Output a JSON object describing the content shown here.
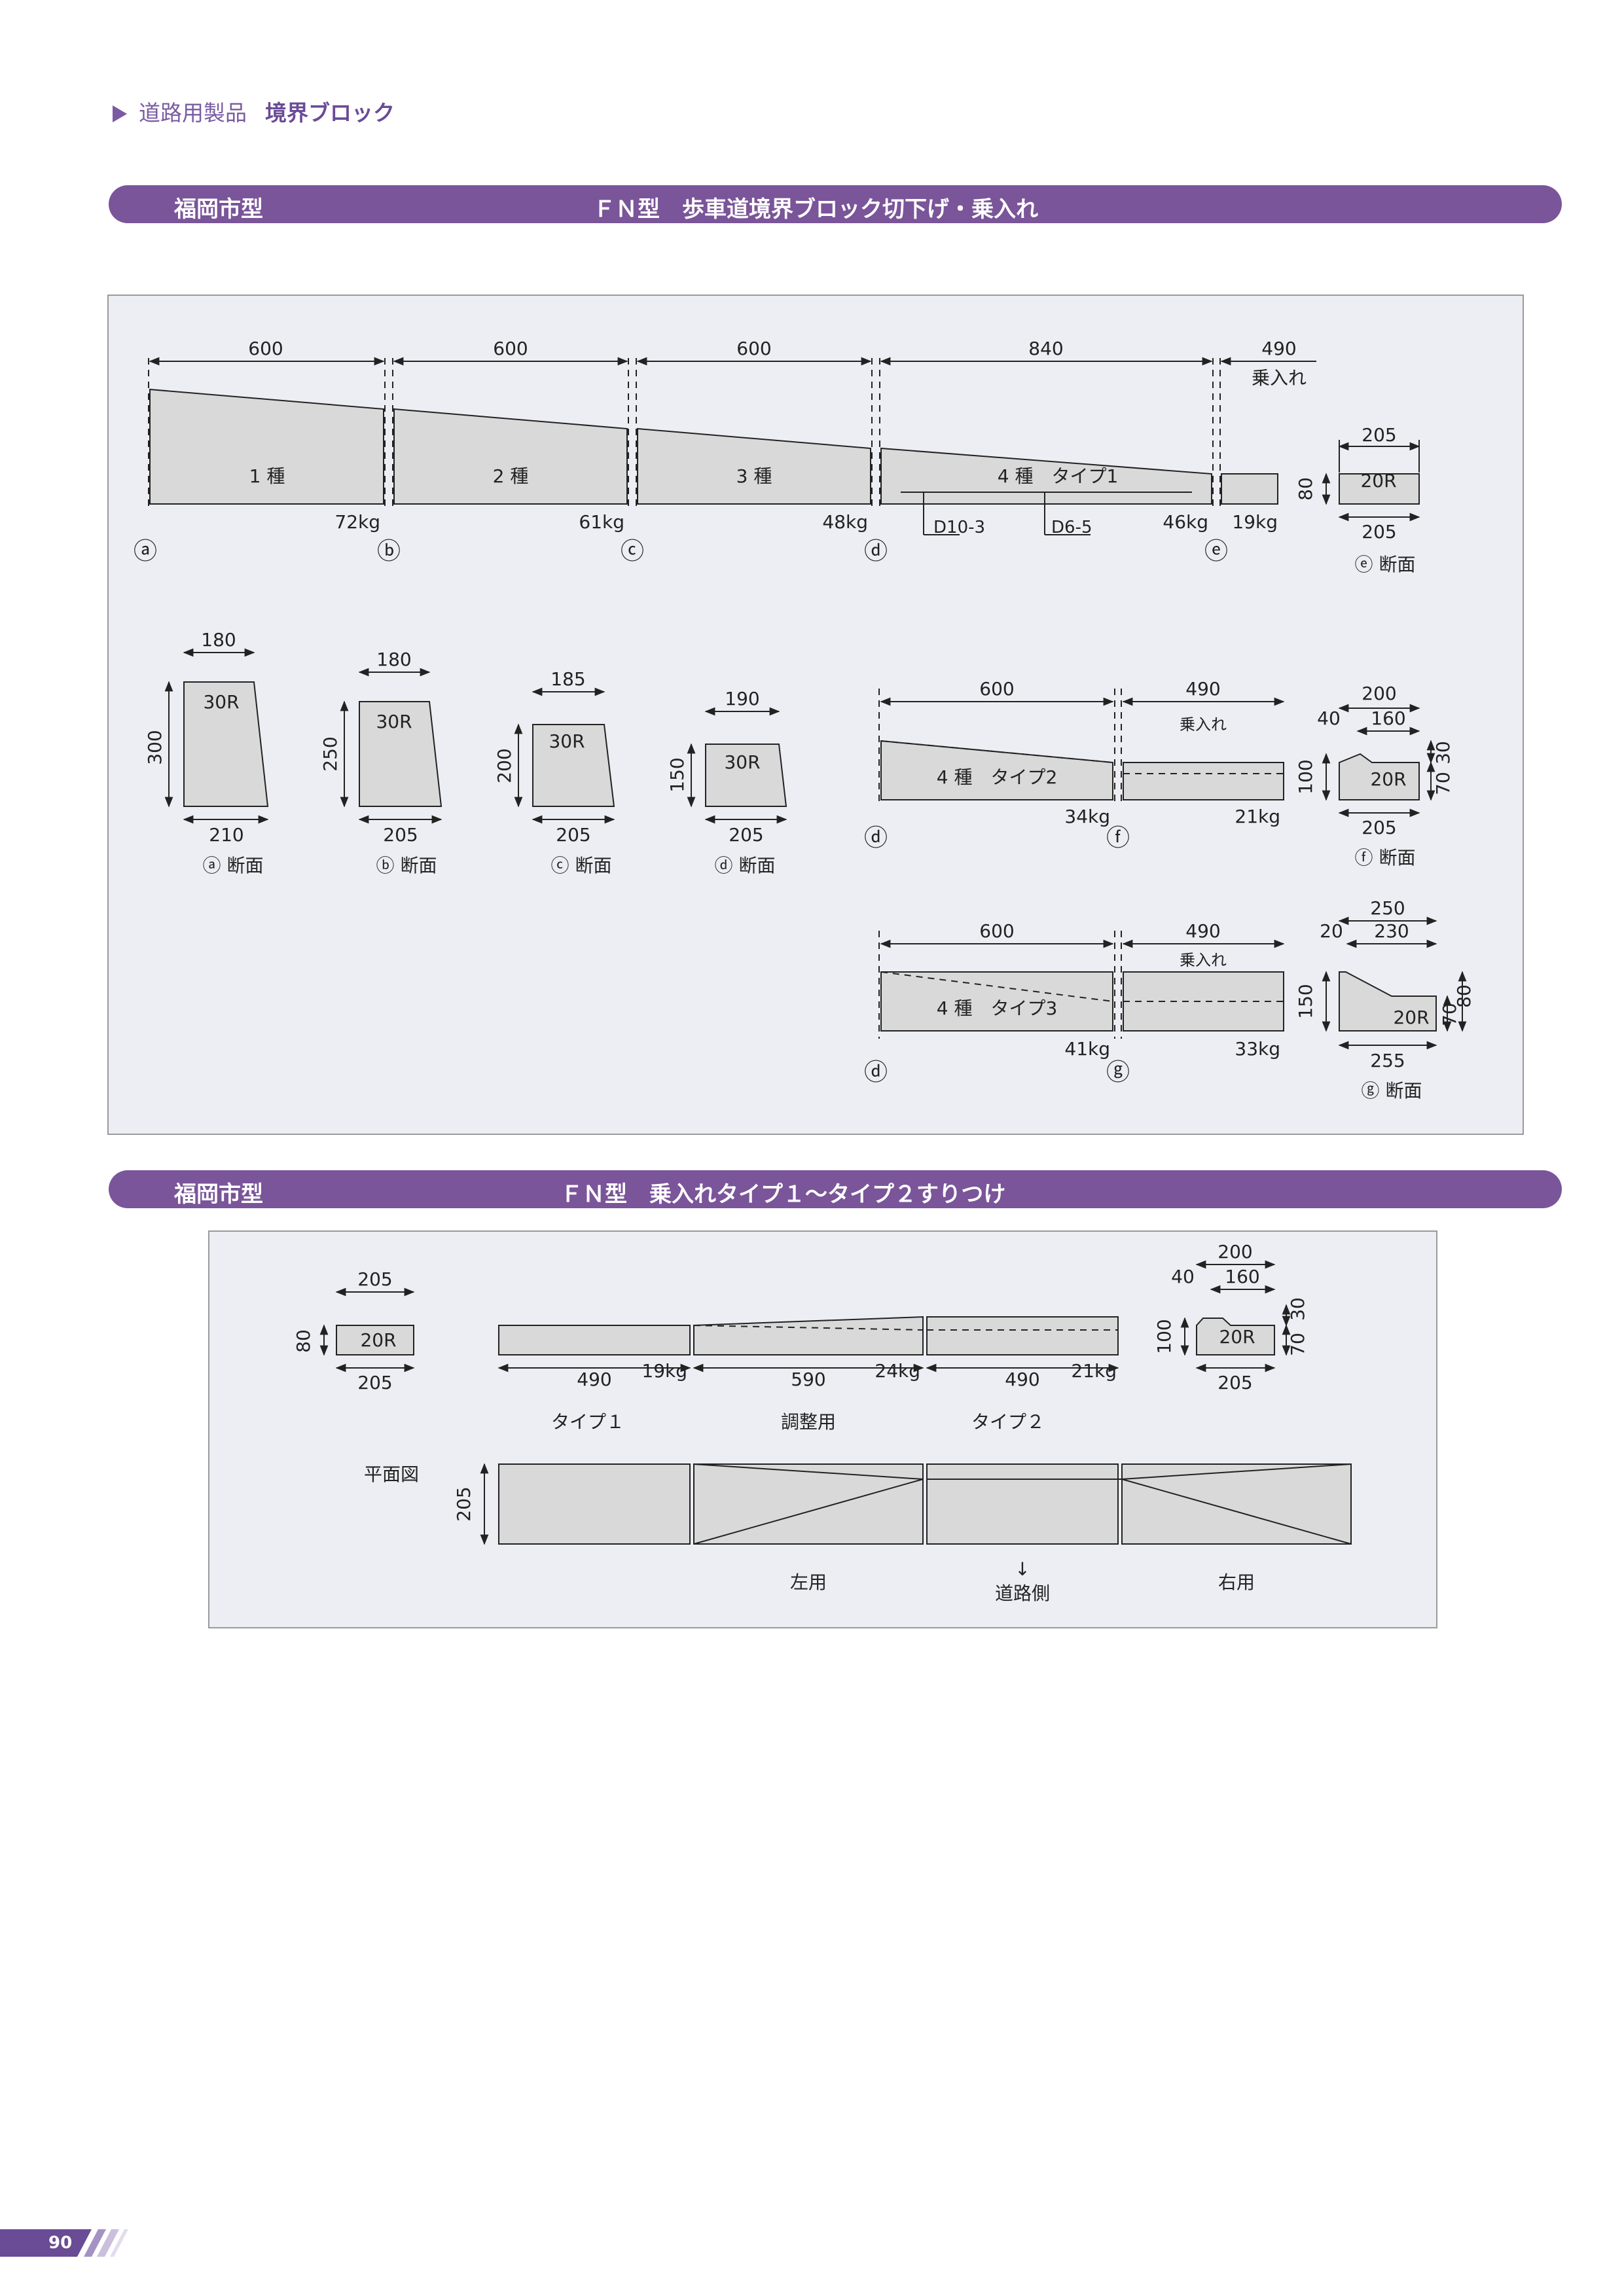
{
  "breadcrumb": {
    "category": "道路用製品",
    "current": "境界ブロック"
  },
  "section1": {
    "city": "福岡市型",
    "title": "ＦＮ型　歩車道境界ブロック切下げ・乗入れ",
    "elevation": {
      "lengths": [
        "600",
        "600",
        "600",
        "840",
        "490"
      ],
      "norire": "乗入れ",
      "kinds": [
        "1 種",
        "2 種",
        "3 種",
        "4 種　タイプ1"
      ],
      "weights": [
        "72kg",
        "61kg",
        "48kg",
        "46kg",
        "19kg"
      ],
      "points": [
        "ⓐ",
        "ⓑ",
        "ⓒ",
        "ⓓ",
        "ⓔ"
      ],
      "rebar": [
        "D10-3",
        "D6-5"
      ]
    },
    "section_e": {
      "top": "205",
      "bottom": "205",
      "height": "80",
      "radius": "20R",
      "label": "ⓔ 断面"
    },
    "sections": [
      {
        "top": "180",
        "height": "300",
        "bottom": "210",
        "radius": "30R",
        "label": "ⓐ 断面"
      },
      {
        "top": "180",
        "height": "250",
        "bottom": "205",
        "radius": "30R",
        "label": "ⓑ 断面"
      },
      {
        "top": "185",
        "height": "200",
        "bottom": "205",
        "radius": "30R",
        "label": "ⓒ 断面"
      },
      {
        "top": "190",
        "height": "150",
        "bottom": "205",
        "radius": "30R",
        "label": "ⓓ 断面"
      }
    ],
    "type2": {
      "len1": "600",
      "len2": "490",
      "norire": "乗入れ",
      "name": "4 種　タイプ2",
      "w1": "34kg",
      "w2": "21kg",
      "p1": "ⓓ",
      "p2": "ⓕ"
    },
    "section_f": {
      "total": "200",
      "left": "40",
      "mid": "160",
      "height": "100",
      "top_h": "30",
      "low_h": "70",
      "bottom": "205",
      "radius": "20R",
      "label": "ⓕ 断面"
    },
    "type3": {
      "len1": "600",
      "len2": "490",
      "norire": "乗入れ",
      "name": "4 種　タイプ3",
      "w1": "41kg",
      "w2": "33kg",
      "p1": "ⓓ",
      "p2": "ⓖ"
    },
    "section_g": {
      "total": "250",
      "left": "20",
      "mid": "230",
      "height": "150",
      "right_a": "80",
      "right_b": "70",
      "bottom": "255",
      "radius": "20R",
      "label": "ⓖ 断面"
    }
  },
  "section2": {
    "city": "福岡市型",
    "title": "ＦＮ型　乗入れタイプ１～タイプ２すりつけ",
    "left_section": {
      "top": "205",
      "bottom": "205",
      "height": "80",
      "radius": "20R"
    },
    "right_section": {
      "total": "200",
      "left": "40",
      "mid": "160",
      "height": "100",
      "top_h": "30",
      "low_h": "70",
      "bottom": "205",
      "radius": "20R"
    },
    "lengths": [
      "490",
      "590",
      "490"
    ],
    "weights": [
      "19kg",
      "24kg",
      "21kg"
    ],
    "types": [
      "タイプ１",
      "調整用",
      "タイプ２"
    ],
    "plan_label": "平面図",
    "plan_width": "205",
    "left_use": "左用",
    "road_side": "道路側",
    "road_arrow": "↓",
    "right_use": "右用"
  },
  "page_number": "90",
  "colors": {
    "accent": "#7a5599",
    "panel": "#eceef3",
    "block": "#d9d9d9"
  }
}
